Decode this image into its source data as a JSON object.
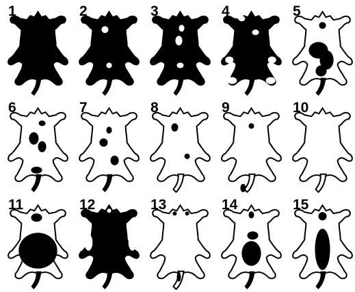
{
  "colors": {
    "ink": "#000000",
    "paper": "#ffffff"
  },
  "pelts": [
    {
      "number": "1",
      "pattern": "solid"
    },
    {
      "number": "2",
      "pattern": "solid-small-spots"
    },
    {
      "number": "3",
      "pattern": "solid-center-spots"
    },
    {
      "number": "4",
      "pattern": "solid-white-paws"
    },
    {
      "number": "5",
      "pattern": "white-dark-saddle"
    },
    {
      "number": "6",
      "pattern": "white-dark-patches"
    },
    {
      "number": "7",
      "pattern": "white-scattered-patches"
    },
    {
      "number": "8",
      "pattern": "white-two-spots"
    },
    {
      "number": "9",
      "pattern": "white-head-tail-tip"
    },
    {
      "number": "10",
      "pattern": "all-white"
    },
    {
      "number": "11",
      "pattern": "white-large-body-patch"
    },
    {
      "number": "12",
      "pattern": "dark-white-flanks"
    },
    {
      "number": "13",
      "pattern": "white-ear-tail-marks"
    },
    {
      "number": "14",
      "pattern": "white-dark-rump"
    },
    {
      "number": "15",
      "pattern": "white-dark-dorsal-stripe"
    }
  ]
}
